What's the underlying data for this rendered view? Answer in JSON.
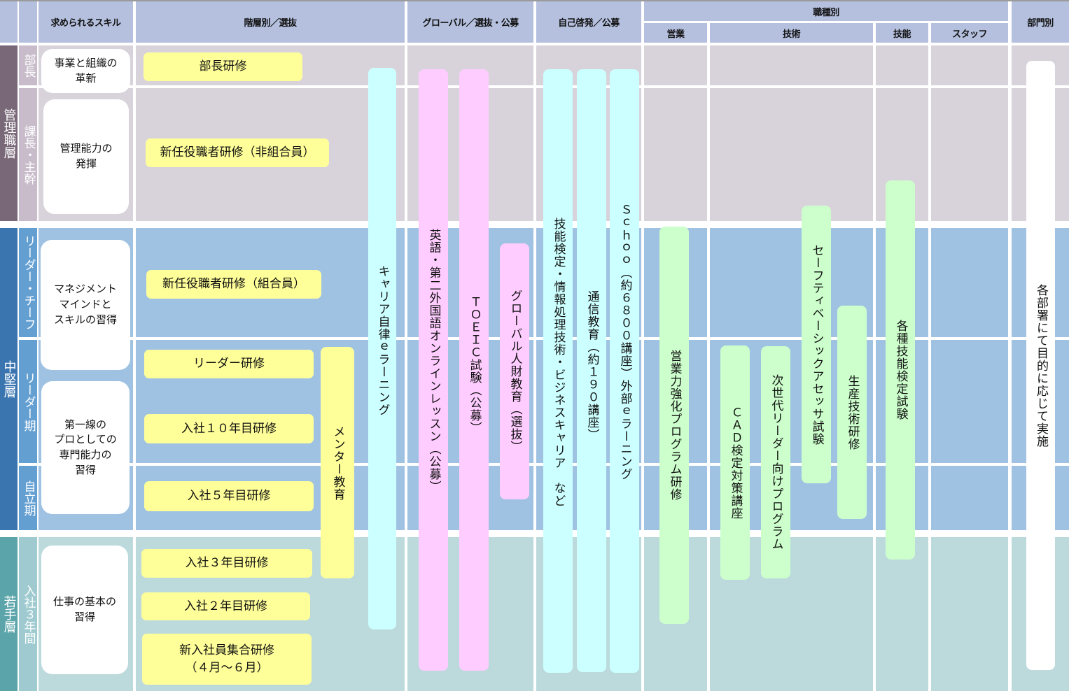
{
  "colors": {
    "header": "#b4c0de",
    "mgmt_band": "#786878",
    "mgmt_sub": "#c8bccb",
    "mgmt_bg": "#d8d3da",
    "mid_band": "#3a75b0",
    "mid_sub": "#649fd2",
    "mid_bg": "#9fc2e3",
    "young_band": "#5aa4aa",
    "young_sub": "#9fcbd0",
    "young_bg": "#bcdadc",
    "yellow": "#ffff99",
    "pink": "#ffccff",
    "cyan": "#ccffff",
    "green": "#ccffcc"
  },
  "header": {
    "skills": "求められるスキル",
    "level": "階層別／選抜",
    "global": "グローバル／選抜・公募",
    "self": "自己啓発／公募",
    "job": "職種別",
    "sales": "営業",
    "tech": "技術",
    "skill": "技能",
    "staff": "スタッフ",
    "dept": "部門別"
  },
  "bands": {
    "mgmt": "管理職層",
    "mid": "中堅層",
    "young": "若手層"
  },
  "sublevels": [
    "部長",
    "課長・主幹",
    "リーダー・チーフ",
    "リーダー期",
    "自立期",
    "入社３年間"
  ],
  "skills": [
    "事業と組織の\n革新",
    "管理能力の\n発揮",
    "マネジメント\nマインドと\nスキルの習得",
    "第一線の\nプロとしての\n専門能力の\n習得",
    "仕事の基本の\n習得"
  ],
  "level_trainings": [
    "部長研修",
    "新任役職者研修（非組合員）",
    "新任役職者研修（組合員）",
    "リーダー研修",
    "入社１０年目研修",
    "入社５年目研修",
    "入社３年目研修",
    "入社２年目研修",
    "新入社員集合研修\n（４月～６月）"
  ],
  "mentor": "メンター教育",
  "career": "キャリア自律ｅラーニング",
  "global_programs": [
    "英語・第二外国語オンラインレッスン（公募）",
    "ＴＯＥＩＣ試験（公募）",
    "グローバル人財教育（選抜）"
  ],
  "self_programs": [
    "技能検定・情報処理技術・ビジネスキャリア　など",
    "通信教育（約１９０講座）",
    "Ｓｃｈｏｏ（約６８００講座）外部ｅラーニング"
  ],
  "job_programs": {
    "sales": "営業力強化プログラム研修",
    "cad": "ＣＡＤ検定対策講座",
    "next_leader": "次世代リーダー向けプログラム",
    "safety": "セーフティベーシックアセッサ試験",
    "production": "生産技術研修",
    "skill_test": "各種技能検定試験"
  },
  "dept": "各部署にて目的に応じて実施"
}
